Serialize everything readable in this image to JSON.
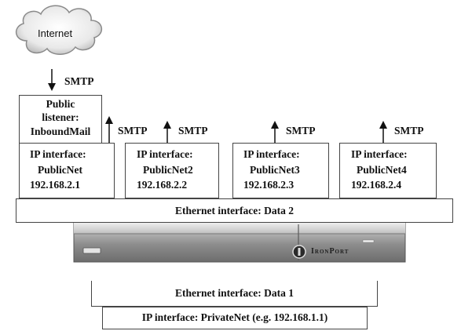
{
  "cloud": {
    "label": "Internet"
  },
  "smtp_label": "SMTP",
  "listener": {
    "line1": "Public",
    "line2": "listener:",
    "line3": "InboundMail"
  },
  "interfaces": [
    {
      "title": "IP interface:",
      "name": "PublicNet",
      "ip": "192.168.2.1"
    },
    {
      "title": "IP interface:",
      "name": "PublicNet2",
      "ip": "192.168.2.2"
    },
    {
      "title": "IP interface:",
      "name": "PublicNet3",
      "ip": "192.168.2.3"
    },
    {
      "title": "IP interface:",
      "name": "PublicNet4",
      "ip": "192.168.2.4"
    }
  ],
  "ethernet_data2": "Ethernet interface: Data 2",
  "ethernet_data1": "Ethernet interface: Data 1",
  "private_interface": "IP interface: PrivateNet (e.g. 192.168.1.1)",
  "appliance": {
    "brand": "IronPort"
  }
}
